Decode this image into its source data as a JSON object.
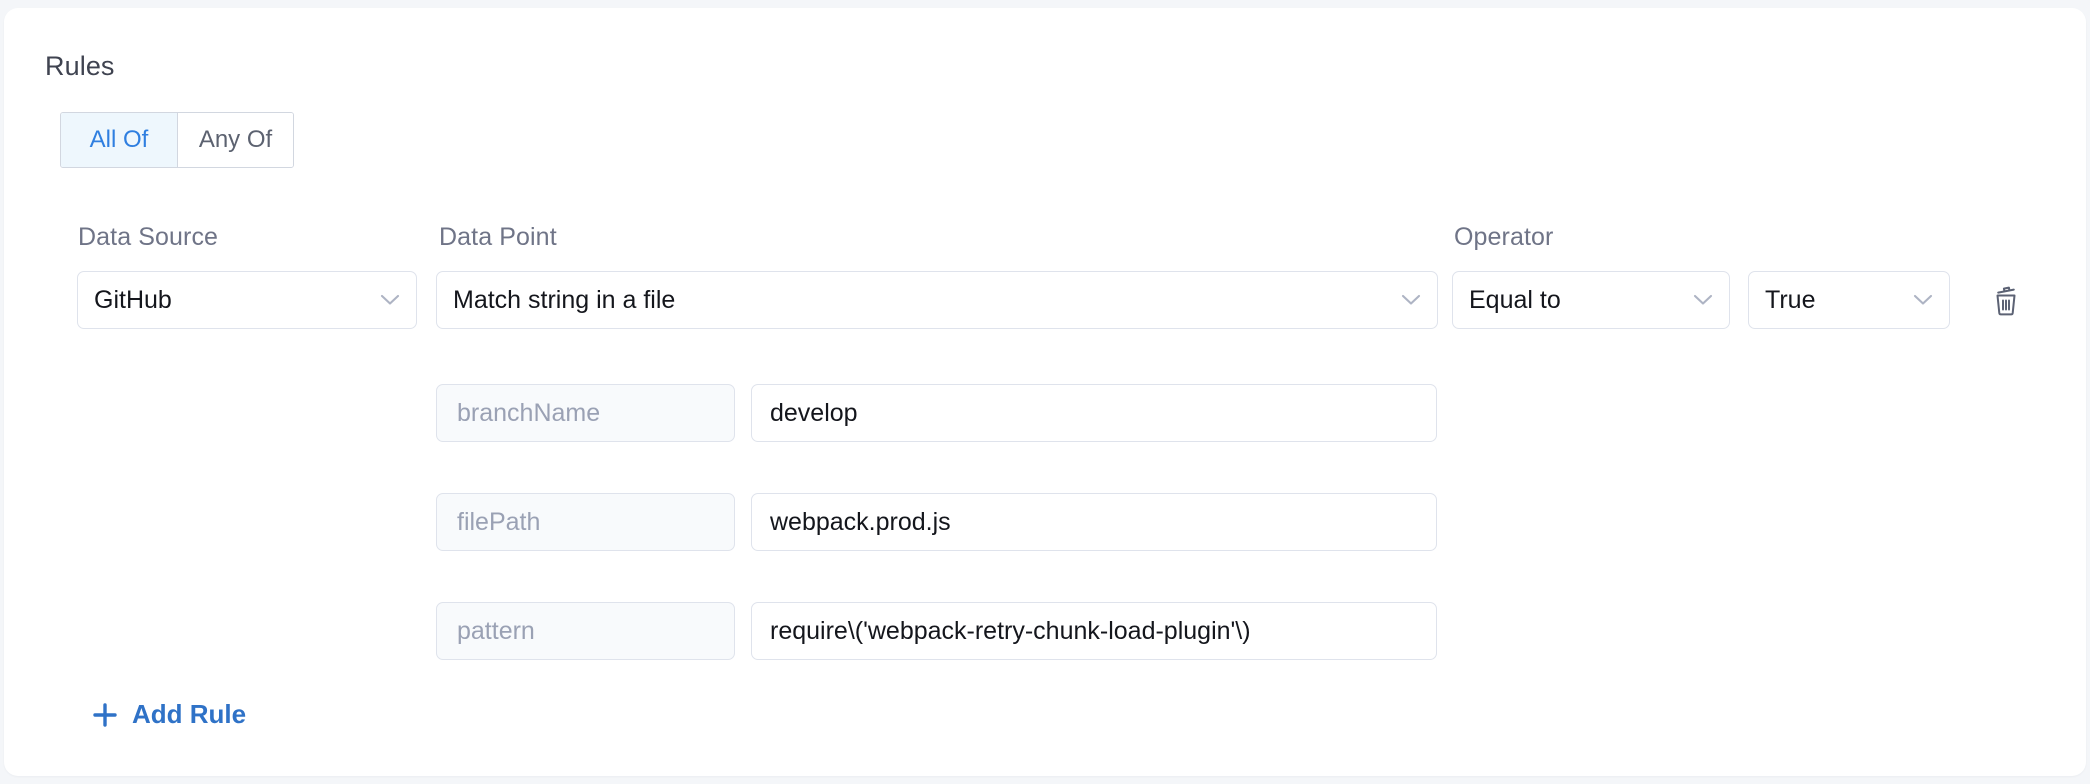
{
  "section": {
    "title": "Rules"
  },
  "match_toggle": {
    "name": "match-mode",
    "options": [
      {
        "label": "All Of",
        "active": true
      },
      {
        "label": "Any Of",
        "active": false
      }
    ]
  },
  "columns": {
    "data_source_label": "Data Source",
    "data_point_label": "Data Point",
    "operator_label": "Operator"
  },
  "rule": {
    "data_source": "GitHub",
    "data_point": "Match string in a file",
    "operator": "Equal to",
    "operator_value": "True",
    "delete_icon": "trash-icon",
    "chevron_icon": "chevron-down-icon",
    "parameters": [
      {
        "key": "branchName",
        "value": "develop"
      },
      {
        "key": "filePath",
        "value": "webpack.prod.js"
      },
      {
        "key": "pattern",
        "value": "require\\('webpack-retry-chunk-load-plugin'\\)"
      }
    ]
  },
  "actions": {
    "add_rule_label": "Add Rule",
    "add_rule_icon": "plus-icon"
  },
  "colors": {
    "accent_blue": "#2f7fe0",
    "link_blue": "#2f72c7",
    "active_tab_bg": "#eef7fd",
    "label_grey": "#6f7487",
    "placeholder_grey": "#9aa1b4",
    "border_grey": "#dfe3ec",
    "card_bg": "#ffffff",
    "page_bg": "#f4f6f9"
  }
}
